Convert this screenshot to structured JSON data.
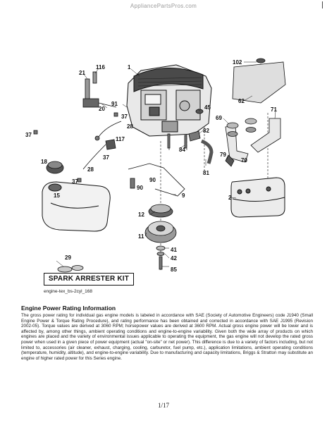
{
  "header": {
    "watermark": "AppliancePartsPros.com"
  },
  "diagram": {
    "callouts": {
      "c1": "1",
      "c2": "2",
      "c9": "9",
      "c11": "11",
      "c12": "12",
      "c15": "15",
      "c18": "18",
      "c20": "20",
      "c21": "21",
      "c28a": "28",
      "c28b": "28",
      "c29": "29",
      "c37a": "37",
      "c37b": "37",
      "c37c": "37",
      "c37d": "37",
      "c41": "41",
      "c42": "42",
      "c45": "45",
      "c62": "62",
      "c69": "69",
      "c70": "70",
      "c71": "71",
      "c79": "79",
      "c81": "81",
      "c82": "82",
      "c84": "84",
      "c85": "85",
      "c90a": "90",
      "c90b": "90",
      "c91": "91",
      "c102": "102",
      "c116": "116",
      "c117": "117"
    },
    "kit_label": "SPARK ARRESTER KIT",
    "figure_code": "engine-tex_bs-2cyl_168"
  },
  "info": {
    "title": "Engine Power Rating Information",
    "body": "The gross power rating for individual gas engine models is labeled in accordance with SAE (Society of Automotive Engineers) code J1940 (Small Engine Power & Torque Rating Procedure), and rating performance has been obtained and corrected in accordance with SAE J1995 (Revision 2002-05). Torque values are derived at 3060 RPM; horsepower values are derived at 3600 RPM. Actual gross engine power will be lower and is affected by, among other things, ambient operating conditions and engine-to-engine variability. Given both the wide array of products on which engines are placed and the variety of environmental issues applicable to operating the equipment, the gas engine will not develop the rated gross power when used in a given piece of power equipment (actual \"on-site\" or net power). This difference is due to a variety of factors including, but not limited to, accessories (air cleaner, exhaust, charging, cooling, carburetor, fuel pump, etc.), application limitations, ambient operating conditions (temperature, humidity, altitude), and engine-to-engine variability. Due to manufacturing and capacity limitations, Briggs & Stratton may substitute an engine of higher rated power for this Series engine."
  },
  "footer": {
    "page": "1/17"
  }
}
